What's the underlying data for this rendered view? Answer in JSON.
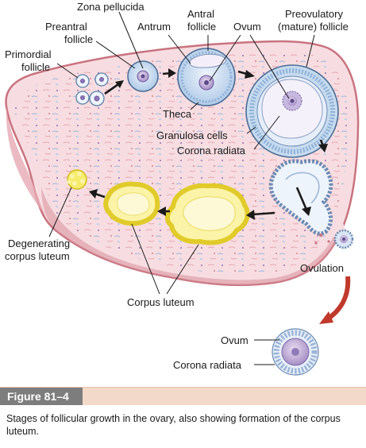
{
  "labels": {
    "zona_pellucida": "Zona pellucida",
    "antral_follicle_1": "Antral",
    "antral_follicle_2": "follicle",
    "preovulatory_1": "Preovulatory",
    "preovulatory_2": "(mature) follicle",
    "preantral_1": "Preantral",
    "preantral_2": "follicle",
    "antrum": "Antrum",
    "ovum_top": "Ovum",
    "primordial_1": "Primordial",
    "primordial_2": "follicle",
    "theca": "Theca",
    "granulosa": "Granulosa cells",
    "corona_top": "Corona radiata",
    "degenerating_1": "Degenerating",
    "degenerating_2": "corpus luteum",
    "ovulation": "Ovulation",
    "corpus_luteum": "Corpus luteum",
    "ovum_bottom": "Ovum",
    "corona_bottom": "Corona radiata"
  },
  "figure": {
    "label": "Figure 81–4",
    "caption": "Stages of follicular growth in the ovary, also showing formation of the corpus luteum."
  },
  "colors": {
    "ovary_fill": "#f7dde1",
    "ovary_edge": "#c9737f",
    "follicle_fill": "#c7dbef",
    "corpus_luteum": "#f6ec6c",
    "ovulation_arrow": "#c0392b"
  }
}
